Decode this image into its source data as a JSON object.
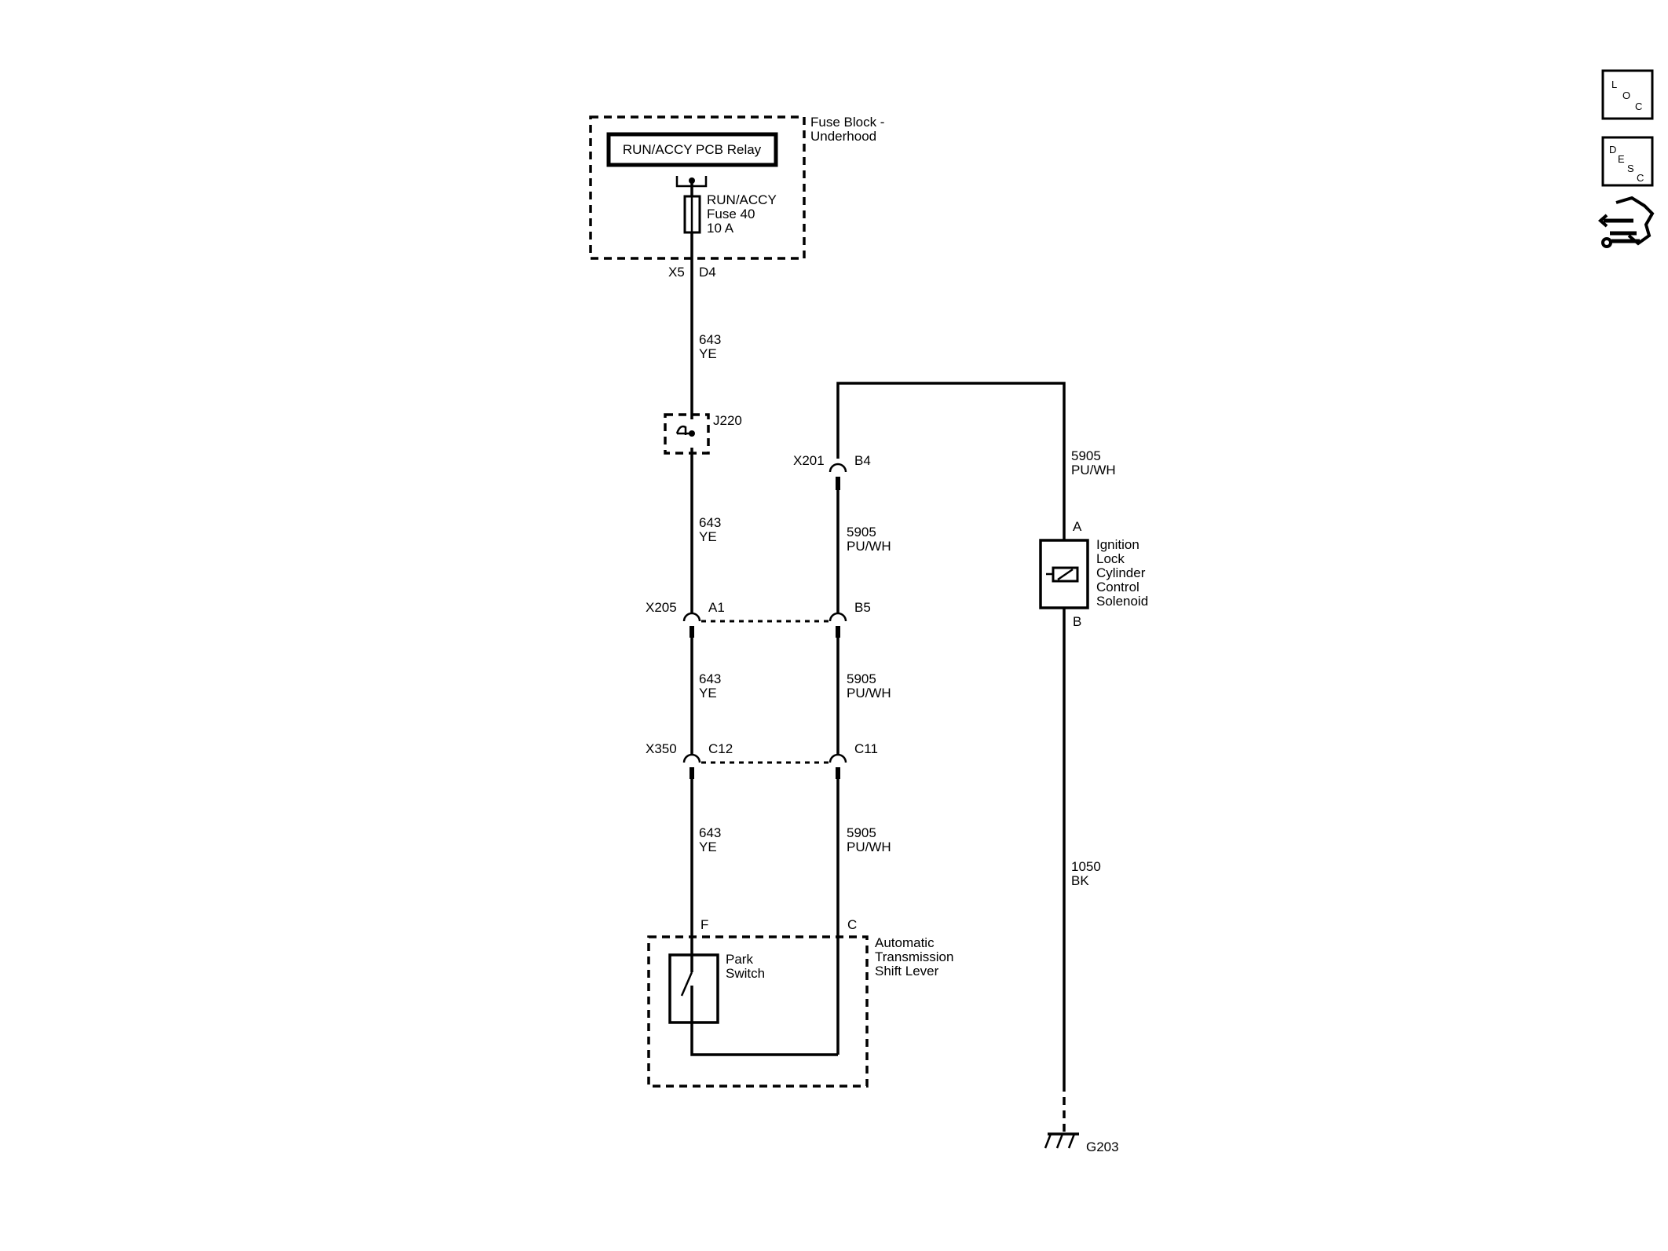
{
  "fuse_block": {
    "label_line1": "Fuse Block -",
    "label_line2": "Underhood",
    "relay": "RUN/ACCY PCB Relay",
    "fuse_line1": "RUN/ACCY",
    "fuse_line2": "Fuse 40",
    "fuse_line3": "10 A",
    "connector": "X5",
    "pin": "D4"
  },
  "splice": {
    "id": "J220"
  },
  "connectors": {
    "x201": {
      "id": "X201",
      "pin": "B4"
    },
    "x205": {
      "id": "X205",
      "pin_a": "A1",
      "pin_b": "B5"
    },
    "x350": {
      "id": "X350",
      "pin_a": "C12",
      "pin_b": "C11"
    }
  },
  "wires": {
    "w643_1": {
      "circuit": "643",
      "color": "YE"
    },
    "w643_2": {
      "circuit": "643",
      "color": "YE"
    },
    "w643_3": {
      "circuit": "643",
      "color": "YE"
    },
    "w643_4": {
      "circuit": "643",
      "color": "YE"
    },
    "w5905_1": {
      "circuit": "5905",
      "color": "PU/WH"
    },
    "w5905_2": {
      "circuit": "5905",
      "color": "PU/WH"
    },
    "w5905_3": {
      "circuit": "5905",
      "color": "PU/WH"
    },
    "w5905_4": {
      "circuit": "5905",
      "color": "PU/WH"
    },
    "w1050": {
      "circuit": "1050",
      "color": "BK"
    }
  },
  "solenoid": {
    "pin_a": "A",
    "pin_b": "B",
    "label_line1": "Ignition",
    "label_line2": "Lock",
    "label_line3": "Cylinder",
    "label_line4": "Control",
    "label_line5": "Solenoid"
  },
  "shift_lever": {
    "pin_f": "F",
    "pin_c": "C",
    "label_line1": "Automatic",
    "label_line2": "Transmission",
    "label_line3": "Shift Lever",
    "switch_line1": "Park",
    "switch_line2": "Switch"
  },
  "ground": {
    "id": "G203"
  },
  "side_icons": {
    "loc": {
      "icon": "loc-icon",
      "l1": "L",
      "l2": "O",
      "l3": "C"
    },
    "desc": {
      "icon": "desc-icon",
      "l1": "D",
      "l2": "E",
      "l3": "S",
      "l4": "C"
    },
    "connector_view": {
      "icon": "connector-tool-icon"
    }
  }
}
